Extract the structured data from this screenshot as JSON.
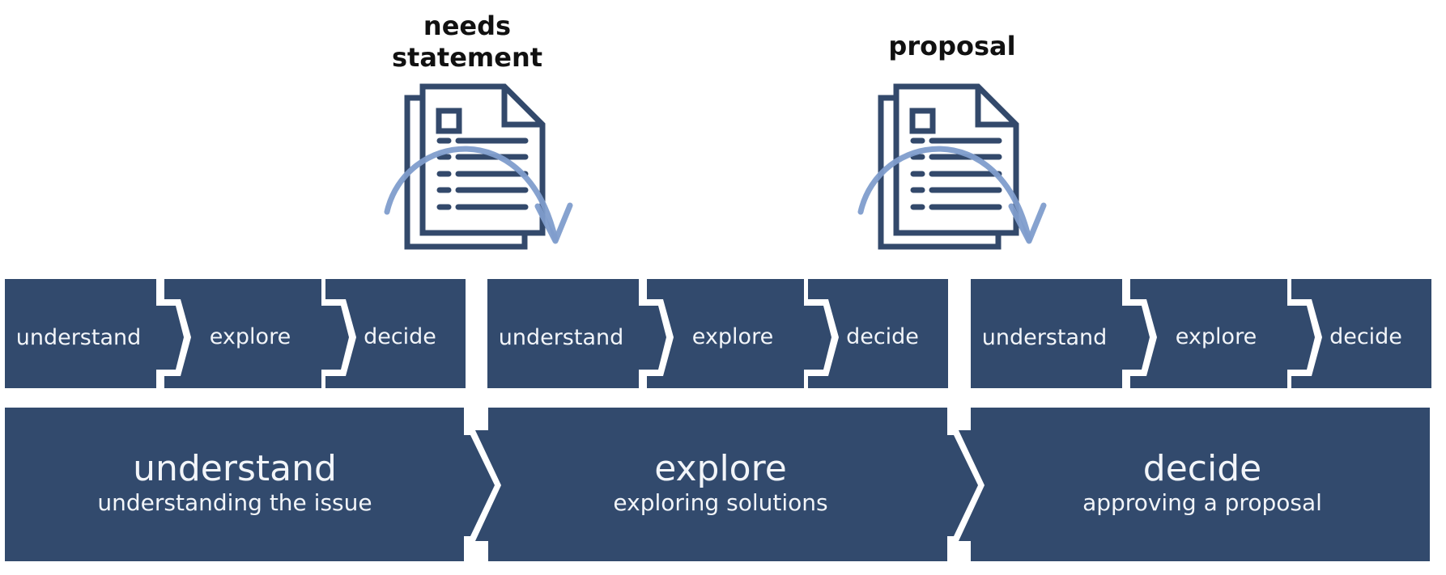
{
  "colors": {
    "box_fill": "#324a6d",
    "gap": "#ffffff",
    "doc_stroke": "#33496b",
    "arrow_stroke": "#7f9dcc",
    "label_text": "#111111",
    "box_text": "#f2f5f9"
  },
  "documents": [
    {
      "label_lines": [
        "needs",
        "statement"
      ],
      "icon": "document-stack-icon",
      "arrow_icon": "curved-arrow-icon"
    },
    {
      "label_lines": [
        "proposal"
      ],
      "icon": "document-stack-icon",
      "arrow_icon": "curved-arrow-icon"
    }
  ],
  "sub_steps": [
    {
      "steps": [
        "understand",
        "explore",
        "decide"
      ]
    },
    {
      "steps": [
        "understand",
        "explore",
        "decide"
      ]
    },
    {
      "steps": [
        "understand",
        "explore",
        "decide"
      ]
    }
  ],
  "phases": [
    {
      "title": "understand",
      "subtitle": "understanding the issue"
    },
    {
      "title": "explore",
      "subtitle": "exploring solutions"
    },
    {
      "title": "decide",
      "subtitle": "approving a proposal"
    }
  ]
}
